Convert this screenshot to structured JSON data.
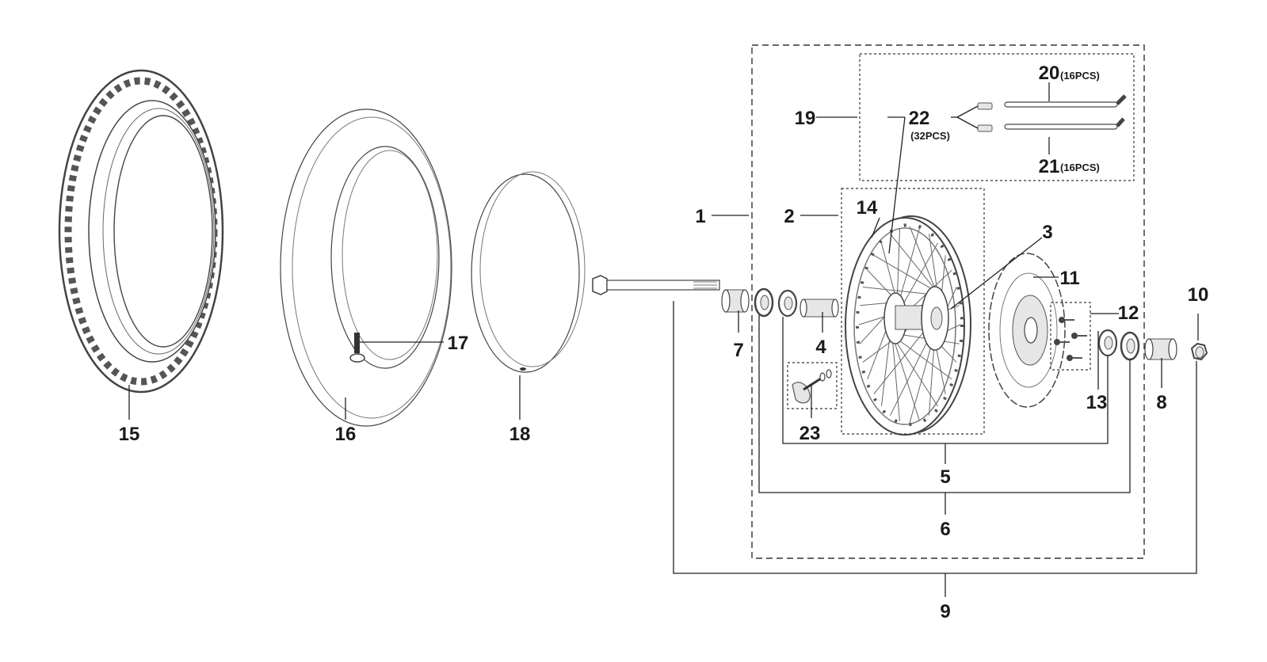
{
  "callouts": {
    "c1": "1",
    "c2": "2",
    "c3": "3",
    "c4": "4",
    "c5": "5",
    "c6": "6",
    "c7": "7",
    "c8": "8",
    "c9": "9",
    "c10": "10",
    "c11": "11",
    "c12": "12",
    "c13": "13",
    "c14": "14",
    "c15": "15",
    "c16": "16",
    "c17": "17",
    "c18": "18",
    "c19": "19",
    "c20": "20",
    "c21": "21",
    "c22": "22",
    "c23": "23"
  },
  "quantities": {
    "q20": "(16PCS)",
    "q21": "(16PCS)",
    "q22": "(32PCS)"
  },
  "colors": {
    "ink": "#1a1a1a",
    "line": "#222222",
    "background": "#ffffff"
  }
}
